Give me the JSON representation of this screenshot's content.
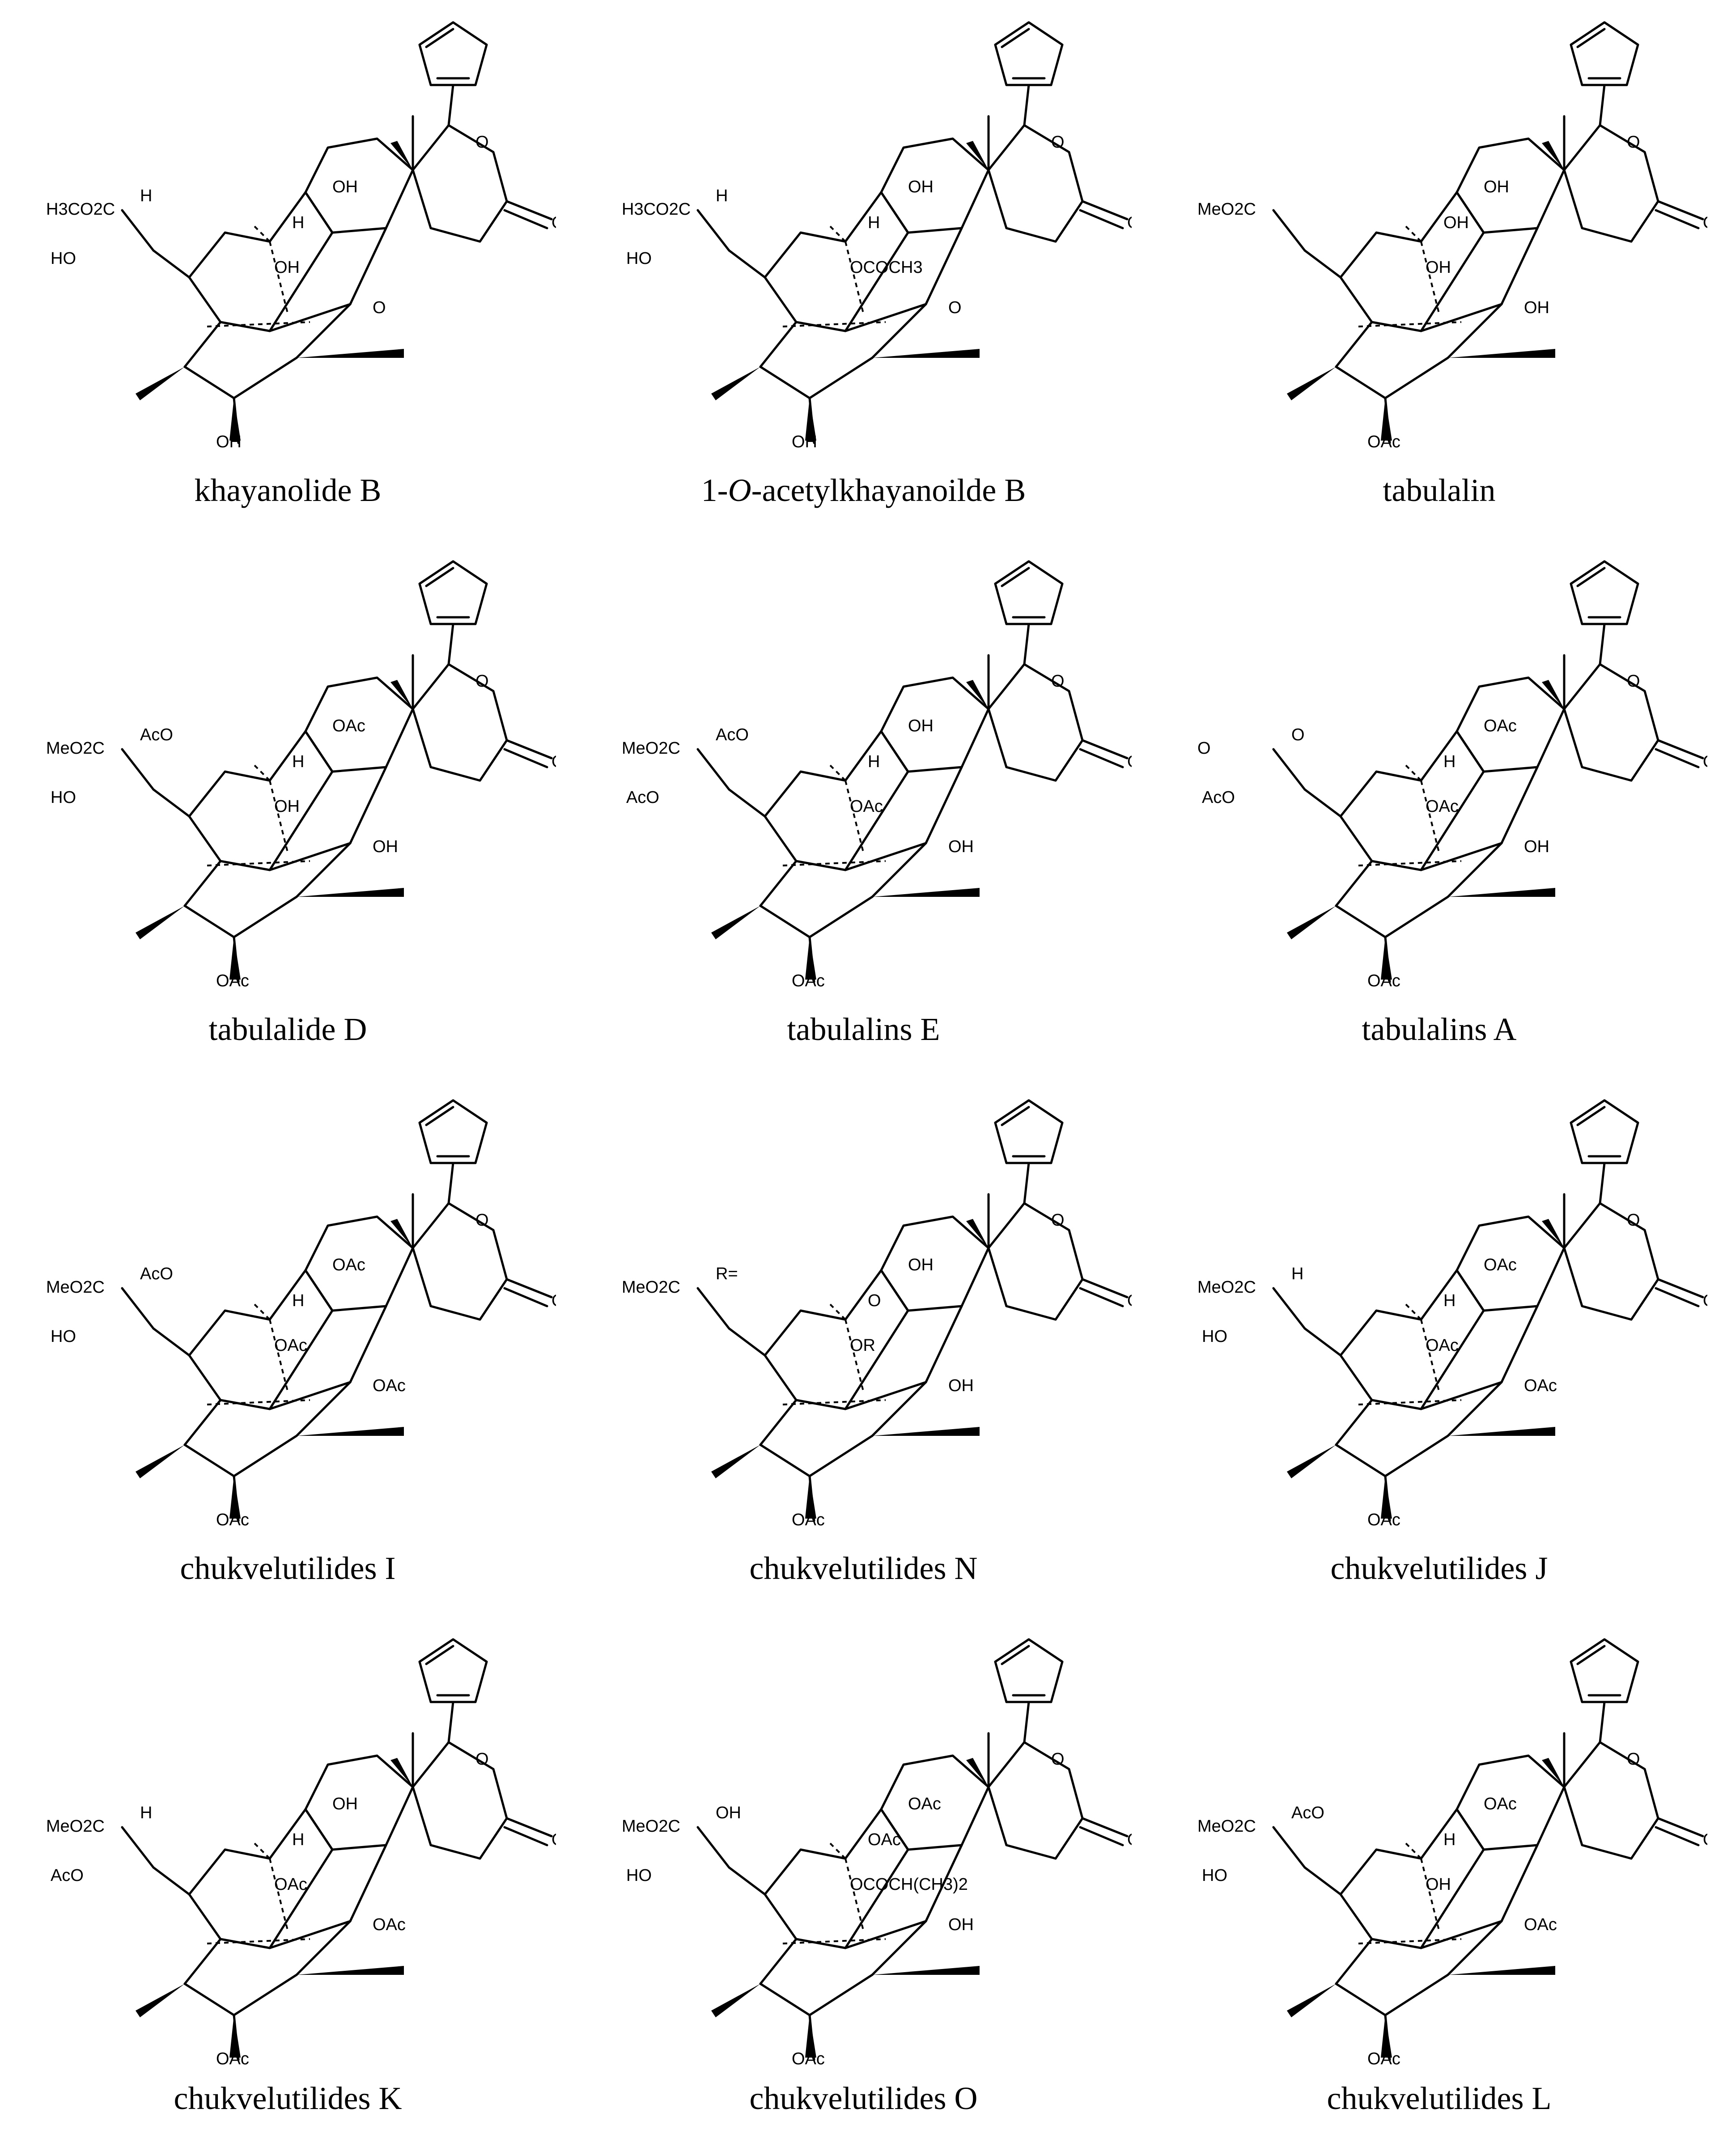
{
  "compounds": [
    {
      "name_pre": "khayanolide B",
      "name_ital": "",
      "name_post": "",
      "labels": {
        "ester": "H3CO2C",
        "hyd": "H",
        "ho_side": "HO",
        "ho_a": "OH",
        "ho_b": "OH",
        "ho_c": "OH",
        "bridge_o": "O",
        "ring_o": "O",
        "carbonyl": "O",
        "stereo_h": "H"
      }
    },
    {
      "name_pre": "1-",
      "name_ital": "O",
      "name_post": "-acetylkhayanoilde B",
      "labels": {
        "ester": "H3CO2C",
        "hyd": "H",
        "ho_side": "HO",
        "ho_a": "OH",
        "ho_b": "OCOCH3",
        "ho_c": "OH",
        "bridge_o": "O",
        "ring_o": "O",
        "carbonyl": "O",
        "stereo_h": "H"
      }
    },
    {
      "name_pre": "tabulalin",
      "name_ital": "",
      "name_post": "",
      "labels": {
        "ester": "MeO2C",
        "hyd": "",
        "ho_side": "",
        "ho_a": "OH",
        "ho_b": "OH",
        "ho_c": "OAc",
        "bridge_o": "OH",
        "ring_o": "O",
        "carbonyl": "O",
        "stereo_h": "OH"
      }
    },
    {
      "name_pre": "tabulalide D",
      "name_ital": "",
      "name_post": "",
      "labels": {
        "ester": "MeO2C",
        "hyd": "AcO",
        "ho_side": "HO",
        "ho_a": "OAc",
        "ho_b": "OH",
        "ho_c": "OAc",
        "bridge_o": "OH",
        "ring_o": "O",
        "carbonyl": "O",
        "stereo_h": "H"
      }
    },
    {
      "name_pre": "tabulalins E",
      "name_ital": "",
      "name_post": "",
      "labels": {
        "ester": "MeO2C",
        "hyd": "AcO",
        "ho_side": "AcO",
        "ho_a": "OH",
        "ho_b": "OAc",
        "ho_c": "OAc",
        "bridge_o": "OH",
        "ring_o": "O",
        "carbonyl": "O",
        "stereo_h": "H"
      }
    },
    {
      "name_pre": "tabulalins A",
      "name_ital": "",
      "name_post": "",
      "labels": {
        "ester": "O",
        "hyd": "O",
        "ho_side": "AcO",
        "ho_a": "OAc",
        "ho_b": "OAc",
        "ho_c": "OAc",
        "bridge_o": "OH",
        "ring_o": "O",
        "carbonyl": "O",
        "stereo_h": "H"
      }
    },
    {
      "name_pre": "chukvelutilides I",
      "name_ital": "",
      "name_post": "",
      "labels": {
        "ester": "MeO2C",
        "hyd": "AcO",
        "ho_side": "HO",
        "ho_a": "OAc",
        "ho_b": "OAc",
        "ho_c": "OAc",
        "bridge_o": "OAc",
        "ring_o": "O",
        "carbonyl": "O",
        "stereo_h": "H"
      }
    },
    {
      "name_pre": "chukvelutilides N",
      "name_ital": "",
      "name_post": "",
      "labels": {
        "ester": "MeO2C",
        "hyd": "R=",
        "ho_side": "",
        "ho_a": "OH",
        "ho_b": "OR",
        "ho_c": "OAc",
        "bridge_o": "OH",
        "ring_o": "O",
        "carbonyl": "O",
        "stereo_h": "O"
      }
    },
    {
      "name_pre": "chukvelutilides J",
      "name_ital": "",
      "name_post": "",
      "labels": {
        "ester": "MeO2C",
        "hyd": "H",
        "ho_side": "HO",
        "ho_a": "OAc",
        "ho_b": "OAc",
        "ho_c": "OAc",
        "bridge_o": "OAc",
        "ring_o": "O",
        "carbonyl": "O",
        "stereo_h": "H"
      }
    },
    {
      "name_pre": "chukvelutilides K",
      "name_ital": "",
      "name_post": "",
      "labels": {
        "ester": "MeO2C",
        "hyd": "H",
        "ho_side": "AcO",
        "ho_a": "OH",
        "ho_b": "OAc",
        "ho_c": "OAc",
        "bridge_o": "OAc",
        "ring_o": "O",
        "carbonyl": "O",
        "stereo_h": "H"
      }
    },
    {
      "name_pre": "chukvelutilides O",
      "name_ital": "",
      "name_post": "",
      "labels": {
        "ester": "MeO2C",
        "hyd": "OH",
        "ho_side": "HO",
        "ho_a": "OAc",
        "ho_b": "OCOCH(CH3)2",
        "ho_c": "OAc",
        "bridge_o": "OH",
        "ring_o": "O",
        "carbonyl": "O",
        "stereo_h": "OAc"
      }
    },
    {
      "name_pre": "chukvelutilides L",
      "name_ital": "",
      "name_post": "",
      "labels": {
        "ester": "MeO2C",
        "hyd": "AcO",
        "ho_side": "HO",
        "ho_a": "OAc",
        "ho_b": "OH",
        "ho_c": "OAc",
        "bridge_o": "OAc",
        "ring_o": "O",
        "carbonyl": "O",
        "stereo_h": "H"
      }
    }
  ]
}
